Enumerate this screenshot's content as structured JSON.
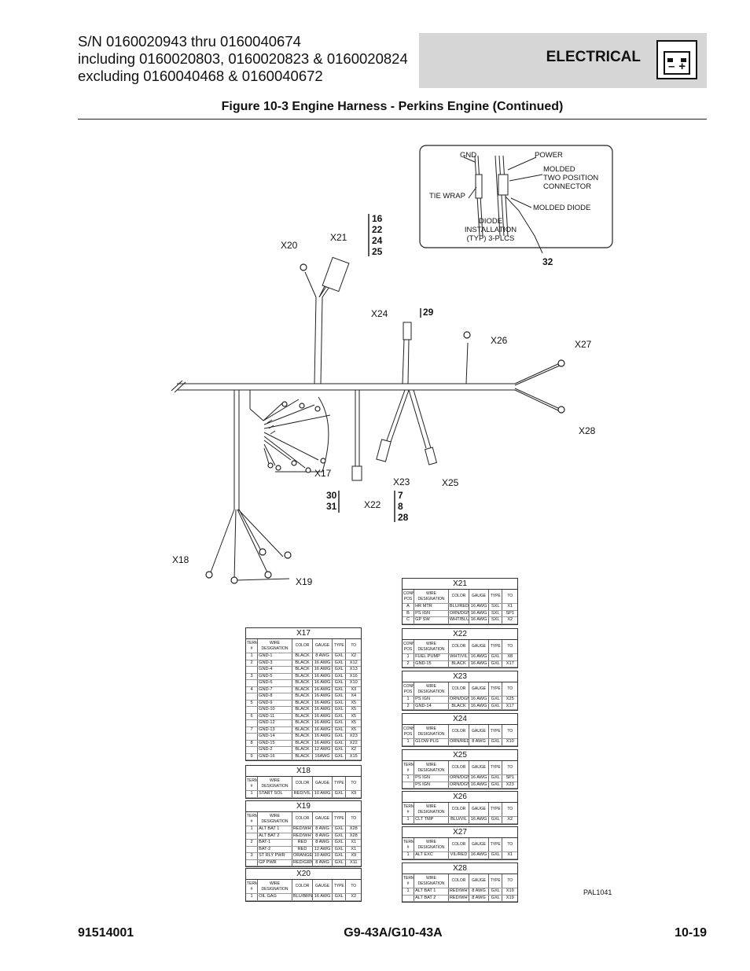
{
  "header": {
    "lines": [
      "S/N 0160020943 thru 0160040674",
      "including 0160020803, 0160020823 & 0160020824",
      "excluding 0160040468 & 0160040672"
    ],
    "section": "ELECTRICAL",
    "battery_icon": "battery-icon",
    "battery_minus": "–",
    "battery_plus": "+"
  },
  "figure_title": "Figure 10-3 Engine Harness - Perkins Engine (Continued)",
  "diagram": {
    "connectors": {
      "x20": "X20",
      "x21": "X21",
      "x24": "X24",
      "x26": "X26",
      "x27": "X27",
      "x28": "X28",
      "x25": "X25",
      "x23": "X23",
      "x22": "X22",
      "x17": "X17",
      "x18": "X18",
      "x19": "X19"
    },
    "callouts": {
      "x21_items": [
        "16",
        "22",
        "24",
        "25"
      ],
      "x24_item": "29",
      "x23_items": [
        "7",
        "8",
        "28"
      ],
      "x22_items": [
        "30",
        "31"
      ],
      "diode_item": "32"
    },
    "inset": {
      "gnd": "GND",
      "power": "POWER",
      "molded_connector": [
        "MOLDED",
        "TWO POSITION",
        "CONNECTOR"
      ],
      "tie_wrap": "TIE WRAP",
      "molded_diode": "MOLDED DIODE",
      "diode_note": [
        "DIODE",
        "INSTALLATION",
        "(TYP) 3-PLCS"
      ]
    }
  },
  "tables": {
    "x17": {
      "title": "X17",
      "headers": [
        "TERM #",
        "WIRE DESIGNATION",
        "COLOR",
        "GAUGE",
        "TYPE",
        "TO"
      ],
      "rows": [
        [
          "1",
          "GND-1",
          "BLACK",
          "8 AWG",
          "GXL",
          "X2"
        ],
        [
          "2",
          "GND-3",
          "BLACK",
          "16 AWG",
          "GXL",
          "X12"
        ],
        [
          "",
          "GND-4",
          "BLACK",
          "16 AWG",
          "GXL",
          "X13"
        ],
        [
          "3",
          "GND-5",
          "BLACK",
          "16 AWG",
          "GXL",
          "X16"
        ],
        [
          "",
          "GND-6",
          "BLACK",
          "16 AWG",
          "GXL",
          "X10"
        ],
        [
          "4",
          "GND-7",
          "BLACK",
          "16 AWG",
          "GXL",
          "X3"
        ],
        [
          "",
          "GND-8",
          "BLACK",
          "16 AWG",
          "GXL",
          "X4"
        ],
        [
          "5",
          "GND-9",
          "BLACK",
          "16 AWG",
          "GXL",
          "X5"
        ],
        [
          "",
          "GND-10",
          "BLACK",
          "16 AWG",
          "GXL",
          "X5"
        ],
        [
          "6",
          "GND-11",
          "BLACK",
          "16 AWG",
          "GXL",
          "X5"
        ],
        [
          "",
          "GND-12",
          "BLACK",
          "16 AWG",
          "GXL",
          "X5"
        ],
        [
          "7",
          "GND-13",
          "BLACK",
          "16 AWG",
          "GXL",
          "X5"
        ],
        [
          "",
          "GND-14",
          "BLACK",
          "16 AWG",
          "GXL",
          "X23"
        ],
        [
          "8",
          "GND-15",
          "BLACK",
          "16 AWG",
          "GXL",
          "X22"
        ],
        [
          "",
          "GND-2",
          "BLACK",
          "12 AWG",
          "GXL",
          "X2"
        ],
        [
          "9",
          "GND-16",
          "BLACK",
          "16AWG",
          "GXL",
          "X15"
        ]
      ]
    },
    "x18": {
      "title": "X18",
      "headers": [
        "TERM #",
        "WIRE DESIGNATION",
        "COLOR",
        "GAUGE",
        "TYPE",
        "TO"
      ],
      "rows": [
        [
          "1",
          "START SOL",
          "RED/VIL",
          "10 AWG",
          "GXL",
          "X9"
        ]
      ]
    },
    "x19": {
      "title": "X19",
      "headers": [
        "TERM #",
        "WIRE DESIGNATION",
        "COLOR",
        "GAUGE",
        "TYPE",
        "TO"
      ],
      "rows": [
        [
          "1",
          "ALT BAT 1",
          "RED/WHT",
          "8 AWG",
          "GXL",
          "X28"
        ],
        [
          "",
          "ALT BAT 2",
          "RED/WHT",
          "8 AWG",
          "GXL",
          "X28"
        ],
        [
          "2",
          "BAT-1",
          "RED",
          "8 AWG",
          "GXL",
          "X1"
        ],
        [
          "",
          "BAT-2",
          "RED",
          "12 AWG",
          "GXL",
          "X1"
        ],
        [
          "3",
          "ST RLY PWR",
          "ORANGE",
          "10 AWG",
          "GXL",
          "X9"
        ],
        [
          "",
          "GP PWR",
          "RED/GRN",
          "8 AWG",
          "GXL",
          "X11"
        ]
      ]
    },
    "x20": {
      "title": "X20",
      "headers": [
        "TERM #",
        "WIRE DESIGNATION",
        "COLOR",
        "GAUGE",
        "TYPE",
        "TO"
      ],
      "rows": [
        [
          "1",
          "OIL GAG",
          "BLU/BRN",
          "16 AWG",
          "GXL",
          "X2"
        ]
      ]
    },
    "x21": {
      "title": "X21",
      "headers": [
        "CONN POS",
        "WIRE DESIGNATION",
        "COLOR",
        "GAUGE",
        "TYPE",
        "TO"
      ],
      "rows": [
        [
          "A",
          "HR MTR",
          "BLU/RED",
          "16 AWG",
          "SXL",
          "X1"
        ],
        [
          "B",
          "PS IGN",
          "ORN/DGN",
          "16 AWG",
          "SXL",
          "SP1"
        ],
        [
          "C",
          "GP SW",
          "WHT/BLU",
          "16 AWG",
          "SXL",
          "X2"
        ]
      ]
    },
    "x22": {
      "title": "X22",
      "headers": [
        "CONN POS",
        "WIRE DESIGNATION",
        "COLOR",
        "GAUGE",
        "TYPE",
        "TO"
      ],
      "rows": [
        [
          "1",
          "FUEL PUMP",
          "WHT/VIL",
          "16 AWG",
          "GXL",
          "X8"
        ],
        [
          "2",
          "GND-15",
          "BLACK",
          "16 AWG",
          "GXL",
          "X17"
        ]
      ]
    },
    "x23": {
      "title": "X23",
      "headers": [
        "CONN POS",
        "WIRE DESIGNATION",
        "COLOR",
        "GAUGE",
        "TYPE",
        "TO"
      ],
      "rows": [
        [
          "1",
          "PS IGN",
          "ORN/DGN",
          "16 AWG",
          "GXL",
          "X25"
        ],
        [
          "2",
          "GND-14",
          "BLACK",
          "16 AWG",
          "GXL",
          "X17"
        ]
      ]
    },
    "x24": {
      "title": "X24",
      "headers": [
        "CONN POS",
        "WIRE DESIGNATION",
        "COLOR",
        "GAUGE",
        "TYPE",
        "TO"
      ],
      "rows": [
        [
          "1",
          "GLOW PLG",
          "ORN/RED",
          "8 AWG",
          "GXL",
          "X10"
        ]
      ]
    },
    "x25": {
      "title": "X25",
      "headers": [
        "TERM #",
        "WIRE DESIGNATION",
        "COLOR",
        "GAUGE",
        "TYPE",
        "TO"
      ],
      "rows": [
        [
          "1",
          "PS IGN",
          "ORN/DGN",
          "16 AWG",
          "GXL",
          "SP1"
        ],
        [
          "",
          "PS IGN",
          "ORN/DGN",
          "16 AWG",
          "GXL",
          "X23"
        ]
      ]
    },
    "x26": {
      "title": "X26",
      "headers": [
        "TERM #",
        "WIRE DESIGNATION",
        "COLOR",
        "GAUGE",
        "TYPE",
        "TO"
      ],
      "rows": [
        [
          "1",
          "CLT TMP",
          "BLU/VIL",
          "16 AWG",
          "GXL",
          "X2"
        ]
      ]
    },
    "x27": {
      "title": "X27",
      "headers": [
        "TERM #",
        "WIRE DESIGNATION",
        "COLOR",
        "GAUGE",
        "TYPE",
        "TO"
      ],
      "rows": [
        [
          "1",
          "ALT EXC",
          "VIL/RED",
          "16 AWG",
          "GXL",
          "X1"
        ]
      ]
    },
    "x28": {
      "title": "X28",
      "headers": [
        "TERM #",
        "WIRE DESIGNATION",
        "COLOR",
        "GAUGE",
        "TYPE",
        "TO"
      ],
      "rows": [
        [
          "1",
          "ALT BAT 1",
          "RED/WHT",
          "8 AWG",
          "GXL",
          "X19"
        ],
        [
          "",
          "ALT BAT 2",
          "RED/WHT",
          "8 AWG",
          "GXL",
          "X19"
        ]
      ]
    }
  },
  "drawing_number": "PAL1041",
  "footer": {
    "left": "91514001",
    "center": "G9-43A/G10-43A",
    "right": "10-19"
  }
}
